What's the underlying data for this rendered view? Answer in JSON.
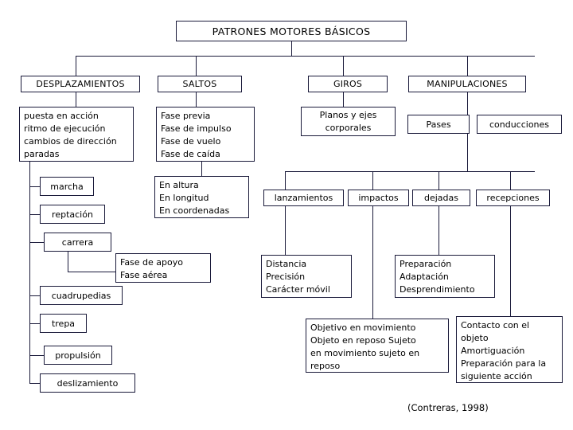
{
  "diagram": {
    "title": "PATRONES MOTORES BÁSICOS",
    "citation": "(Contreras, 1998)",
    "categories": {
      "desplazamientos": "DESPLAZAMIENTOS",
      "saltos": "SALTOS",
      "giros": "GIROS",
      "manipulaciones": "MANIPULACIONES"
    },
    "desplazamientos": {
      "detail": "puesta en acción\nritmo de ejecución\ncambios de dirección\nparadas",
      "items": [
        "marcha",
        "reptación",
        "carrera",
        "cuadrupedias",
        "trepa",
        "propulsión",
        "deslizamiento"
      ],
      "carrera_detail": "Fase de apoyo\nFase aérea"
    },
    "saltos": {
      "phases": "Fase previa\nFase  de impulso\nFase de vuelo\nFase de caída",
      "types": "En altura\nEn longitud\nEn coordenadas"
    },
    "giros": {
      "detail": "Planos y ejes\ncorporales"
    },
    "manipulaciones": {
      "pases": "Pases",
      "conducciones": "conducciones",
      "actions": [
        "lanzamientos",
        "impactos",
        "dejadas",
        "recepciones"
      ],
      "lanzamientos_detail": "Distancia\nPrecisión\nCarácter móvil",
      "dejadas_detail": "Objetivo en movimiento\nObjeto en reposo    Sujeto\nen movimiento  sujeto en\nreposo",
      "impactos_detail": "Preparación\nAdaptación\nDesprendimiento",
      "recepciones_detail": "Contacto con el\nobjeto\nAmortiguación\nPreparación para la\nsiguiente acción"
    }
  }
}
